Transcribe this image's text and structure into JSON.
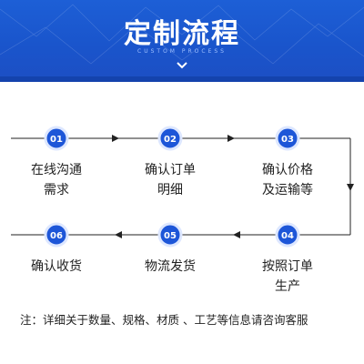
{
  "header": {
    "title": "定制流程",
    "subtitle": "CUSTOM PROCESS"
  },
  "colors": {
    "primary_blue": "#1a55cc",
    "circle_blue": "#1d56d8",
    "line": "#222222",
    "text": "#222222"
  },
  "steps": [
    {
      "number": "01",
      "label_line1": "在线沟通",
      "label_line2": "需求"
    },
    {
      "number": "02",
      "label_line1": "确认订单",
      "label_line2": "明细"
    },
    {
      "number": "03",
      "label_line1": "确认价格",
      "label_line2": "及运输等"
    },
    {
      "number": "04",
      "label_line1": "按照订单",
      "label_line2": "生产"
    },
    {
      "number": "05",
      "label_line1": "物流发货",
      "label_line2": ""
    },
    {
      "number": "06",
      "label_line1": "确认收货",
      "label_line2": ""
    }
  ],
  "note": "注：详细关于数量、规格、材质 、工艺等信息请咨询客服"
}
